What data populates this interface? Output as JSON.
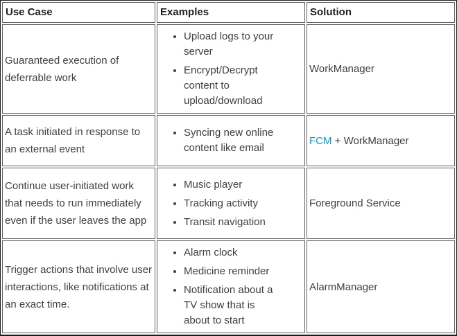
{
  "header": {
    "columns": [
      "Use Case",
      "Examples",
      "Solution"
    ]
  },
  "rows": [
    {
      "use_case": "Guaranteed execution of deferrable work",
      "examples": [
        "Upload logs to your server",
        "Encrypt/Decrypt content to upload/download"
      ],
      "solution_text": "WorkManager"
    },
    {
      "use_case": "A task initiated in response to an external event",
      "examples": [
        "Syncing new online content like email"
      ],
      "solution_link": "FCM",
      "solution_text": " + WorkManager"
    },
    {
      "use_case": "Continue user-initiated work that needs to run immediately even if the user leaves the app",
      "examples": [
        "Music player",
        "Tracking activity",
        "Transit navigation"
      ],
      "solution_text": "Foreground Service"
    },
    {
      "use_case": "Trigger actions that involve user interactions, like notifications at an exact time.",
      "examples": [
        "Alarm clock",
        "Medicine reminder",
        "Notification about a TV show that is about to start"
      ],
      "solution_text": "AlarmManager"
    }
  ],
  "colors": {
    "link": "#039be5",
    "header_text": "#202124",
    "body_text": "#3c4043",
    "cell_border": "#5f5f5f",
    "outer_border": "#1b1b1b",
    "background": "#ffffff"
  }
}
